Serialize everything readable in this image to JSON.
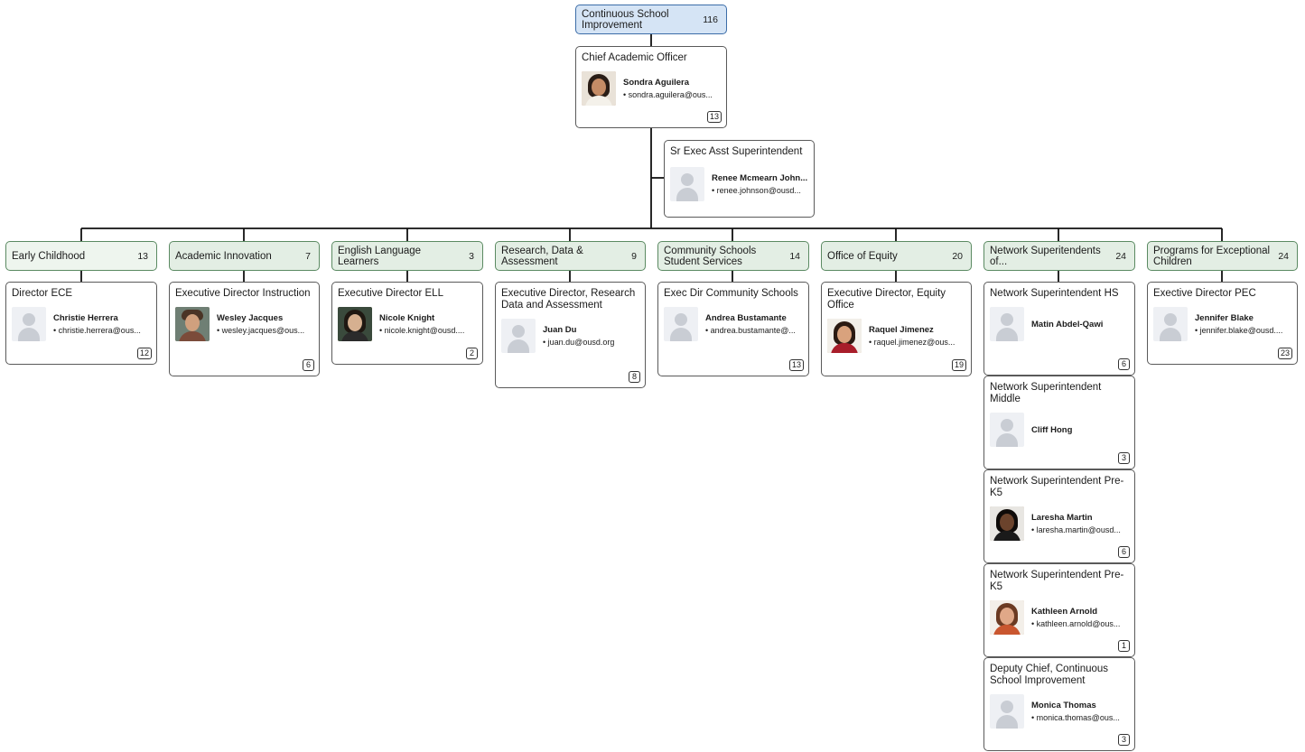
{
  "root": {
    "name": "Continuous School Improvement",
    "count": "116"
  },
  "chief": {
    "title": "Chief Academic Officer",
    "name": "Sondra Aguilera",
    "email": "• sondra.aguilera@ous...",
    "reports": "13",
    "photo": "photo-woman-dark-hair"
  },
  "assistant": {
    "title": "Sr Exec Asst Superintendent",
    "name": "Renee Mcmearn John...",
    "email": "• renee.johnson@ousd...",
    "photo": "placeholder-person-icon"
  },
  "departments": [
    {
      "name": "Early Childhood",
      "count": "13",
      "head": {
        "title": "Director ECE",
        "name": "Christie Herrera",
        "email": "• christie.herrera@ous...",
        "reports": "12",
        "photo": "placeholder-person-icon"
      }
    },
    {
      "name": "Academic Innovation",
      "count": "7",
      "head": {
        "title": "Executive Director Instruction",
        "name": "Wesley Jacques",
        "email": "• wesley.jacques@ous...",
        "reports": "6",
        "photo": "photo-man"
      }
    },
    {
      "name": "English Language Learners",
      "count": "3",
      "head": {
        "title": "Executive Director ELL",
        "name": "Nicole Knight",
        "email": "• nicole.knight@ousd....",
        "reports": "2",
        "photo": "photo-woman-curly-hair"
      }
    },
    {
      "name": "Research, Data & Assessment",
      "count": "9",
      "head": {
        "title": "Executive Director, Research Data and Assessment",
        "name": "Juan Du",
        "email": "• juan.du@ousd.org",
        "reports": "8",
        "photo": "placeholder-person-icon"
      }
    },
    {
      "name": "Community Schools Student Services",
      "count": "14",
      "head": {
        "title": "Exec Dir Community Schools",
        "name": "Andrea Bustamante",
        "email": "• andrea.bustamante@...",
        "reports": "13",
        "photo": "placeholder-person-icon"
      }
    },
    {
      "name": "Office of Equity",
      "count": "20",
      "head": {
        "title": "Executive Director, Equity Office",
        "name": "Raquel Jimenez",
        "email": "• raquel.jimenez@ous...",
        "reports": "19",
        "photo": "photo-woman-dark-hair"
      }
    },
    {
      "name": "Network Superitendents of...",
      "count": "24",
      "heads": [
        {
          "title": "Network Superintendent HS",
          "name": "Matin Abdel-Qawi",
          "email": "",
          "reports": "6",
          "photo": "placeholder-person-icon"
        },
        {
          "title": "Network Superintendent Middle",
          "name": "Cliff Hong",
          "email": "",
          "reports": "3",
          "photo": "placeholder-person-icon"
        },
        {
          "title": "Network Superintendent Pre-K5",
          "name": "Laresha Martin",
          "email": "• laresha.martin@ousd...",
          "reports": "6",
          "photo": "photo-woman-black-hair"
        },
        {
          "title": "Network Superintendent Pre-K5",
          "name": "Kathleen Arnold",
          "email": "• kathleen.arnold@ous...",
          "reports": "1",
          "photo": "photo-woman-brown-hair"
        },
        {
          "title": "Deputy Chief, Continuous School Improvement",
          "name": "Monica Thomas",
          "email": "• monica.thomas@ous...",
          "reports": "3",
          "photo": "placeholder-person-icon"
        }
      ]
    },
    {
      "name": "Programs for Exceptional Children",
      "count": "24",
      "head": {
        "title": "Exective Director PEC",
        "name": "Jennifer Blake",
        "email": "• jennifer.blake@ousd....",
        "reports": "23",
        "photo": "placeholder-person-icon"
      }
    }
  ],
  "colors": {
    "root_fill": "#d5e4f5",
    "root_border": "#3c6da8",
    "dept_fill": "#e3eee4",
    "dept_border": "#5b8a62",
    "connector": "#111111"
  }
}
